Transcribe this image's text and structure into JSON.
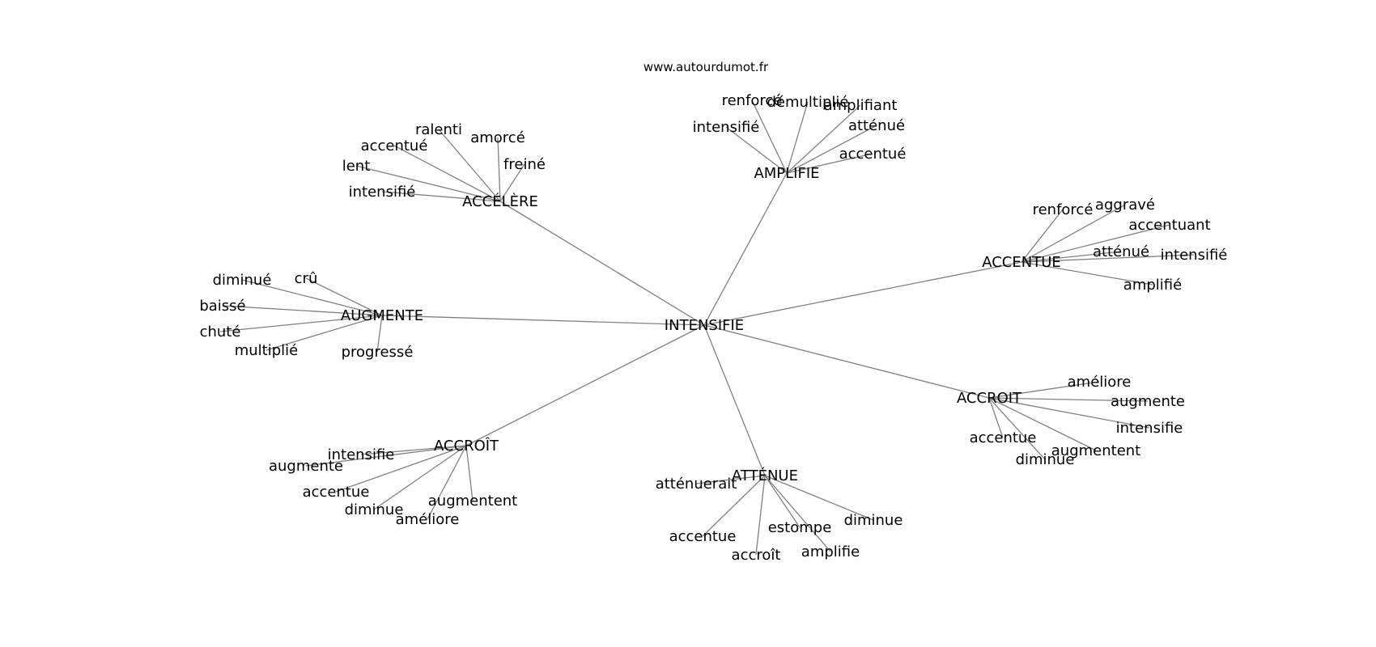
{
  "watermark": "www.autourdumot.fr",
  "graph": {
    "center": "INTENSIFIE",
    "groups": [
      {
        "label": "ACCÉLÈRE",
        "children": [
          "ralenti",
          "amorcé",
          "accentué",
          "freiné",
          "lent",
          "intensifié"
        ]
      },
      {
        "label": "AMPLIFIE",
        "children": [
          "renforcé",
          "démultiplié",
          "amplifiant",
          "intensifié",
          "atténué",
          "accentué"
        ]
      },
      {
        "label": "ACCENTUE",
        "children": [
          "renforcé",
          "aggravé",
          "accentuant",
          "atténué",
          "intensifié",
          "amplifié"
        ]
      },
      {
        "label": "AUGMENTE",
        "children": [
          "diminué",
          "crû",
          "baissé",
          "chuté",
          "multiplié",
          "progressé"
        ]
      },
      {
        "label": "ACCROIT",
        "children": [
          "améliore",
          "augmente",
          "intensifie",
          "accentue",
          "augmentent",
          "diminue"
        ]
      },
      {
        "label": "ACCROÎT",
        "children": [
          "intensifie",
          "augmente",
          "accentue",
          "diminue",
          "augmentent",
          "améliore"
        ]
      },
      {
        "label": "ATTÉNUE",
        "children": [
          "atténuerait",
          "diminue",
          "estompe",
          "accentue",
          "amplifie",
          "accroît"
        ]
      }
    ]
  }
}
